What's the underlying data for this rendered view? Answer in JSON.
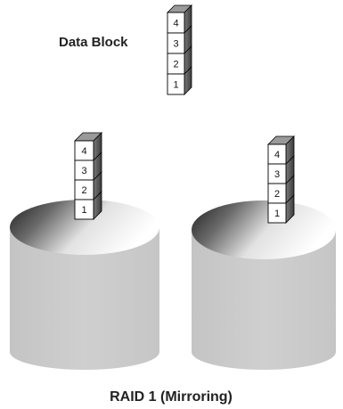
{
  "diagram": {
    "data_block_label": "Data Block",
    "caption": "RAID 1 (Mirroring)",
    "source_stack": {
      "blocks": [
        "4",
        "3",
        "2",
        "1"
      ]
    },
    "disks": [
      {
        "blocks": [
          "4",
          "3",
          "2",
          "1"
        ]
      },
      {
        "blocks": [
          "4",
          "3",
          "2",
          "1"
        ]
      }
    ]
  }
}
